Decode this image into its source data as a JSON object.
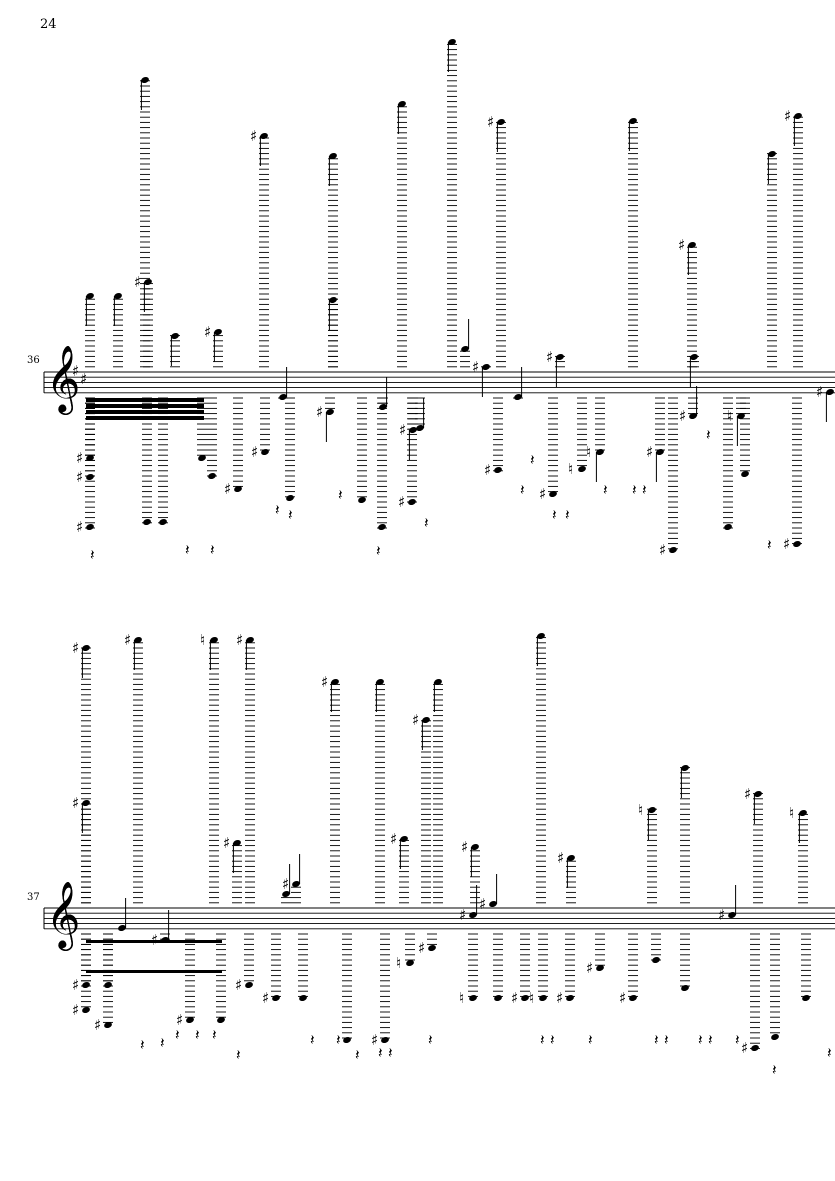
{
  "page": {
    "number": "24"
  },
  "systems": [
    {
      "measure_number": "36",
      "clef": "treble-clef",
      "key_signature": [
        "sharp",
        "sharp"
      ]
    },
    {
      "measure_number": "37",
      "clef": "treble-clef",
      "key_signature": []
    }
  ]
}
